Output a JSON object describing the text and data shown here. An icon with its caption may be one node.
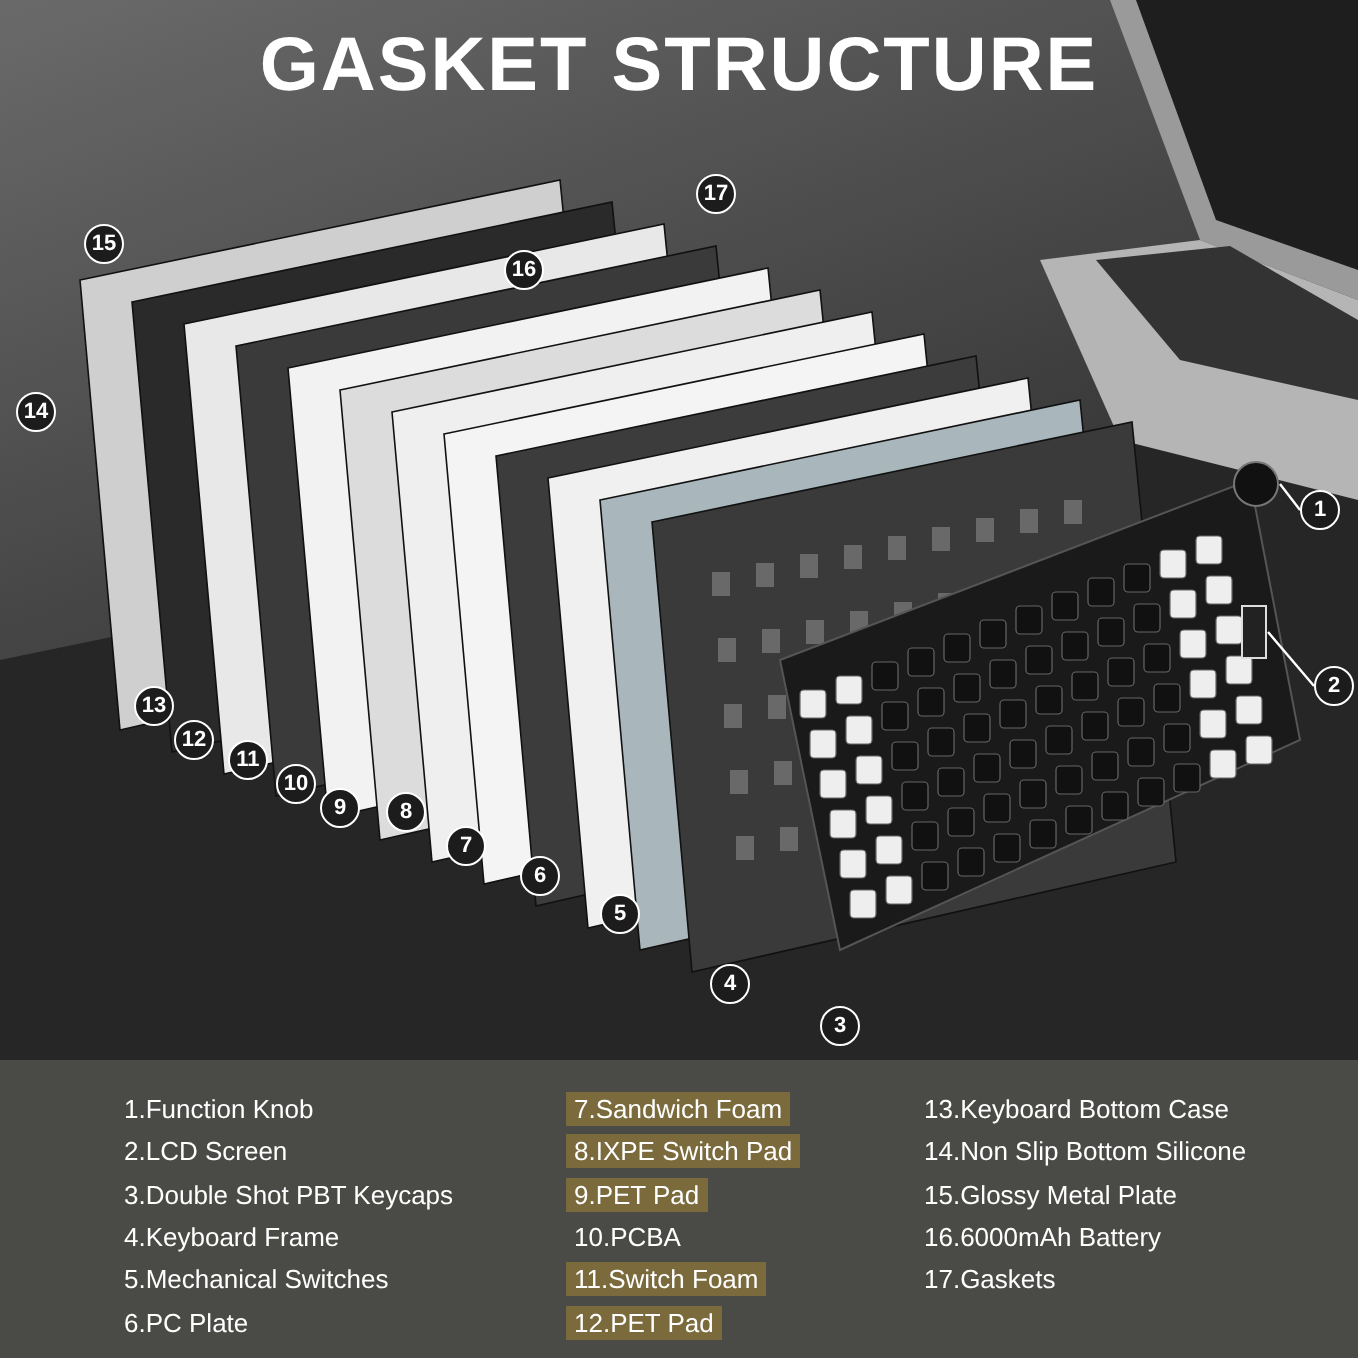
{
  "diagram": {
    "title": "GASKET STRUCTURE",
    "nodes": [
      {
        "text": [
          "1"
        ]
      },
      {
        "text": [],
        "shape": "circle"
      },
      {
        "text": [
          "2"
        ]
      },
      {
        "text": [],
        "shape": "box"
      },
      {
        "text": [
          "17"
        ]
      },
      {
        "text": [
          "15"
        ]
      },
      {
        "text": [
          "16"
        ]
      },
      {
        "text": [
          "14"
        ]
      },
      {
        "text": [
          "13"
        ]
      },
      {
        "text": [
          "12"
        ]
      },
      {
        "text": [
          "11"
        ]
      },
      {
        "text": [
          "10"
        ]
      },
      {
        "text": [
          "9"
        ]
      },
      {
        "text": [
          "8"
        ]
      },
      {
        "text": [
          "7"
        ]
      },
      {
        "text": [
          "6"
        ]
      },
      {
        "text": [
          "5"
        ]
      },
      {
        "text": [
          "4"
        ]
      },
      {
        "text": [
          "3"
        ]
      }
    ],
    "edges": [
      {
        "from": 0,
        "to": 1,
        "arrow": "none"
      },
      {
        "from": 2,
        "to": 3,
        "arrow": "none"
      }
    ],
    "labels": [
      "1.Function Knob",
      "7.Sandwich Foam",
      "13.Keyboard Bottom Case",
      "2.LCD Screen",
      "8.IXPE Switch Pad",
      "14.Non Slip Bottom Silicone",
      "3.Double Shot PBT Keycaps",
      "9.PET Pad",
      "15.Glossy Metal Plate",
      "4.Keyboard Frame",
      "10.PCBA",
      "16.6000mAh Battery",
      "5.Mechanical Switches",
      "11.Switch Foam",
      "17.Gaskets",
      "6.PC Plate",
      "12.PET Pad"
    ]
  }
}
